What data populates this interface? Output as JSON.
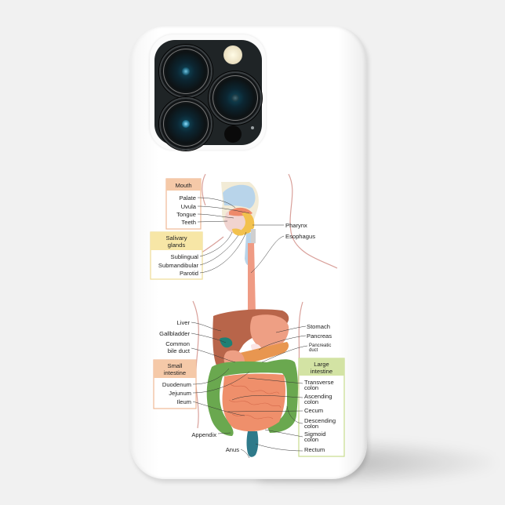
{
  "product": {
    "type": "phone-case",
    "case_color": "#ffffff",
    "camera": {
      "lenses": 3,
      "flash": true,
      "lidar": true
    }
  },
  "diagram": {
    "groups": {
      "mouth": {
        "title": "Mouth",
        "color": "#f5c9a8",
        "items": [
          "Palate",
          "Uvula",
          "Tongue",
          "Teeth"
        ]
      },
      "salivary": {
        "title_line1": "Salivary",
        "title_line2": "glands",
        "color": "#f7e6a6",
        "items": [
          "Sublingual",
          "Submandibular",
          "Parotid"
        ]
      },
      "small_intestine": {
        "title_line1": "Small",
        "title_line2": "intestine",
        "color": "#f5c9a8",
        "items": [
          "Duodenum",
          "Jejunum",
          "Ileum"
        ]
      },
      "large_intestine": {
        "title_line1": "Large",
        "title_line2": "intestine",
        "color": "#d3e3a4",
        "items": [
          {
            "line1": "Transverse",
            "line2": "colon"
          },
          {
            "line1": "Ascending",
            "line2": "colon"
          },
          {
            "line1": "Cecum",
            "line2": ""
          },
          {
            "line1": "Descending",
            "line2": "colon"
          },
          {
            "line1": "Sigmoid",
            "line2": "colon"
          },
          {
            "line1": "Rectum",
            "line2": ""
          }
        ]
      }
    },
    "right_labels": {
      "pharynx": "Pharynx",
      "esophagus": "Esophagus",
      "stomach": "Stomach",
      "pancreas": "Pancreas",
      "pancreatic_duct_line1": "Pancreatic",
      "pancreatic_duct_line2": "duct"
    },
    "left_labels": {
      "liver": "Liver",
      "gallbladder": "Gallbladder",
      "common_bile_duct_line1": "Common",
      "common_bile_duct_line2": "bile duct",
      "appendix": "Appendix",
      "anus": "Anus"
    },
    "colors": {
      "liver": "#b8654a",
      "stomach": "#ee9f84",
      "esophagus": "#ef9b84",
      "pancreas": "#e89650",
      "gallbladder": "#1e8074",
      "large_intestine": "#6aa84f",
      "small_intestine": "#ef8f6b",
      "rectum": "#2f7a8a",
      "palate": "#b8d4ea",
      "body_outline": "#d9a09a"
    }
  }
}
